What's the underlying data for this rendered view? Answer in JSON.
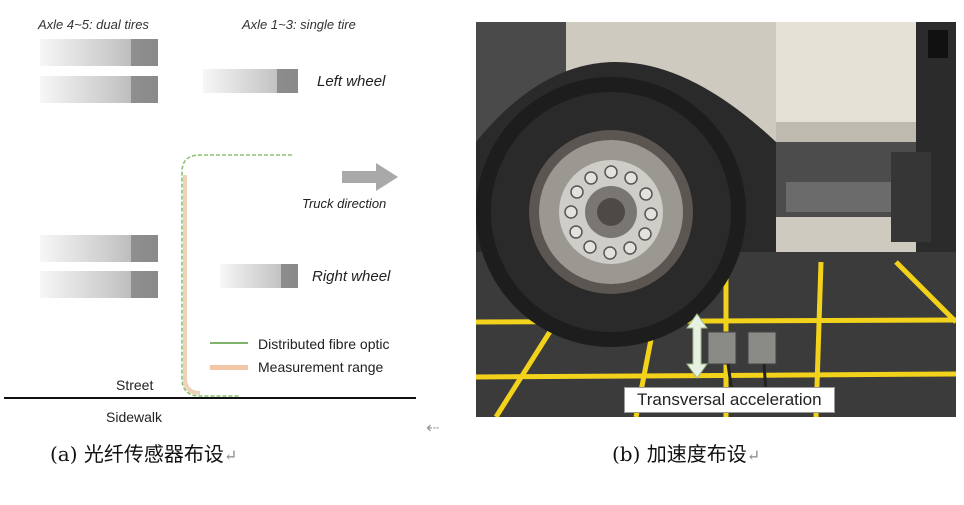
{
  "schematic": {
    "header_left": "Axle 4~5: dual tires",
    "header_right": "Axle 1~3: single tire",
    "left_wheel": "Left wheel",
    "right_wheel": "Right wheel",
    "truck_direction": "Truck direction",
    "legend": [
      {
        "label": "Distributed fibre optic",
        "color": "#7fb26a"
      },
      {
        "label": "Measurement range",
        "color": "#f3c6a8"
      }
    ],
    "street": "Street",
    "sidewalk": "Sidewalk"
  },
  "photo": {
    "label": "Transversal acceleration"
  },
  "captions": {
    "left": "(a)  光纤传感器布设",
    "right": "(b)  加速度布设",
    "return_mark": "↵"
  },
  "colors": {
    "road_marking": "#f2d21b",
    "asphalt": "#3b3b3b",
    "fiber": "#7fb26a",
    "measurement": "#f3c6a8"
  }
}
